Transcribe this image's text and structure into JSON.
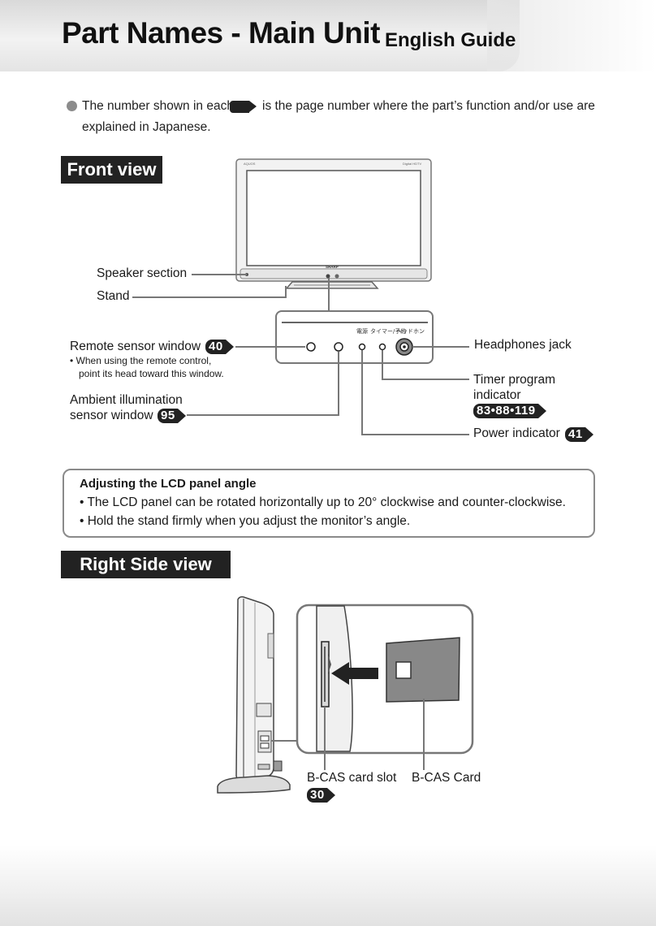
{
  "header": {
    "title": "Part Names - Main Unit",
    "subtitle": "English Guide"
  },
  "note": {
    "text_before": "The number shown in each",
    "text_after": "is the page number where the part’s function and/or use are",
    "text_line2": "explained in Japanese."
  },
  "front_view": {
    "heading": "Front view",
    "labels": {
      "speaker": "Speaker section",
      "stand": "Stand",
      "remote_sensor": "Remote sensor window",
      "remote_note_1": "• When using the remote control,",
      "remote_note_2": "point its head toward this window.",
      "ambient_1": "Ambient illumination",
      "ambient_2": "sensor window",
      "headphones": "Headphones jack",
      "timer_1": "Timer program",
      "timer_2": "indicator",
      "power": "Power indicator"
    },
    "pages": {
      "remote": "40",
      "ambient": "95",
      "timer": "83•88•119",
      "power": "41"
    },
    "panel_text": {
      "power_jp": "電源",
      "timer_jp": "タイマー/予約",
      "headphone_jp": "ヘッドホン"
    },
    "tv_text": {
      "brand_small": "AQUOS",
      "brand_logo": "SHARP",
      "model_small": "Digital HDTV"
    }
  },
  "adjust": {
    "title": "Adjusting the LCD panel angle",
    "items": [
      "• The LCD panel can be rotated horizontally up to 20° clockwise and counter-clockwise.",
      "• Hold the stand firmly when you adjust the monitor’s angle."
    ]
  },
  "side_view": {
    "heading": "Right Side view",
    "labels": {
      "slot": "B-CAS card slot",
      "card": "B-CAS Card"
    },
    "pages": {
      "slot": "30"
    }
  }
}
